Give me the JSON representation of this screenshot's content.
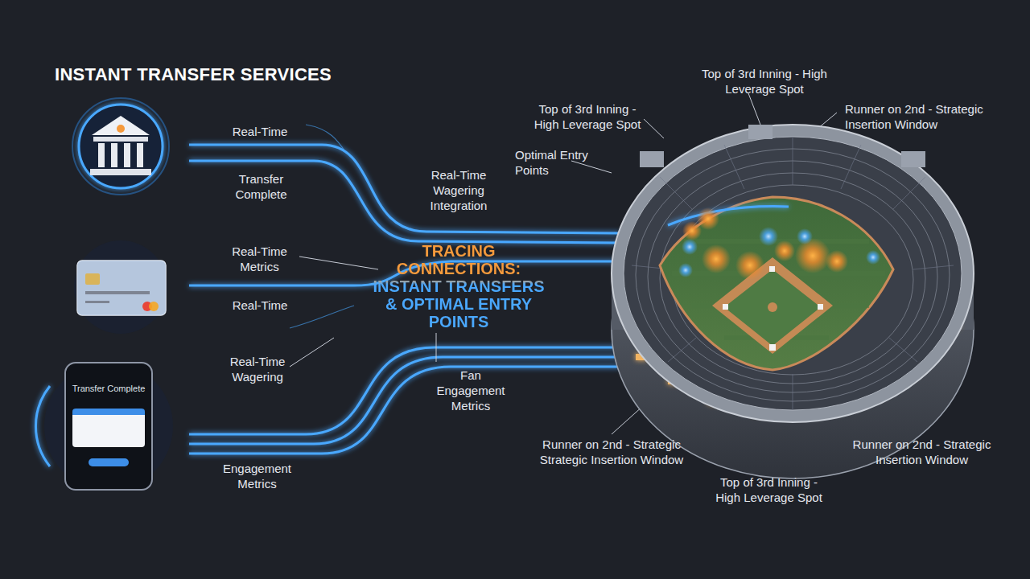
{
  "diagram": {
    "title": "INSTANT TRANSFER SERVICES",
    "nodes": [
      {
        "text": [
          "Transfer Complete"
        ]
      }
    ],
    "labels": [
      "Real-Time",
      "Transfer Complete",
      "Real-Time Metrics",
      "Real-Time",
      "Real-Time Wagering",
      "Engagement Metrics",
      "Real-Time Wagering Integration",
      "Optimal Entry Points",
      "TRACING CONNECTIONS: INSTANT TRANSFERS & OPTIMAL ENTRY POINTS",
      "Fan Engagement Metrics",
      "Top of 3rd Inning - High Leverage Spot",
      "Top of 3rd Inning - High Leverage Spot",
      "Runner on 2nd - Strategic Insertion Window",
      "Runner on 2nd - Strategic Strategic Insertion Window",
      "Runner on 2nd - Strategic Insertion Window",
      "Top of 3rd Inning - High Leverage Spot"
    ]
  }
}
